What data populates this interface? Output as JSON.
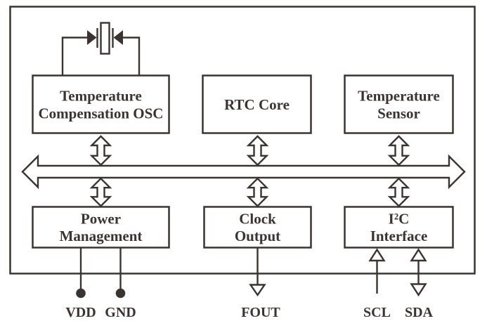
{
  "colors": {
    "ink": "#3a3330",
    "background": "#ffffff"
  },
  "blocks": {
    "tco": {
      "line1": "Temperature",
      "line2": "Compensation OSC"
    },
    "rtc": {
      "line1": "RTC Core"
    },
    "tsensor": {
      "line1": "Temperature",
      "line2": "Sensor"
    },
    "power": {
      "line1": "Power",
      "line2": "Management"
    },
    "clock": {
      "line1": "Clock",
      "line2": "Output"
    },
    "i2c": {
      "line1": "I²C",
      "line2": "Interface"
    }
  },
  "pins": {
    "vdd": {
      "label": "VDD",
      "type": "power-dot"
    },
    "gnd": {
      "label": "GND",
      "type": "power-dot"
    },
    "fout": {
      "label": "FOUT",
      "type": "output-arrow"
    },
    "scl": {
      "label": "SCL",
      "type": "input-arrow"
    },
    "sda": {
      "label": "SDA",
      "type": "bidirectional-arrow"
    }
  },
  "icons": {
    "crystal": "crystal-oscillator-icon",
    "bus": "bidirectional-bus-arrow",
    "block_links": "bidirectional-connection-arrow"
  }
}
